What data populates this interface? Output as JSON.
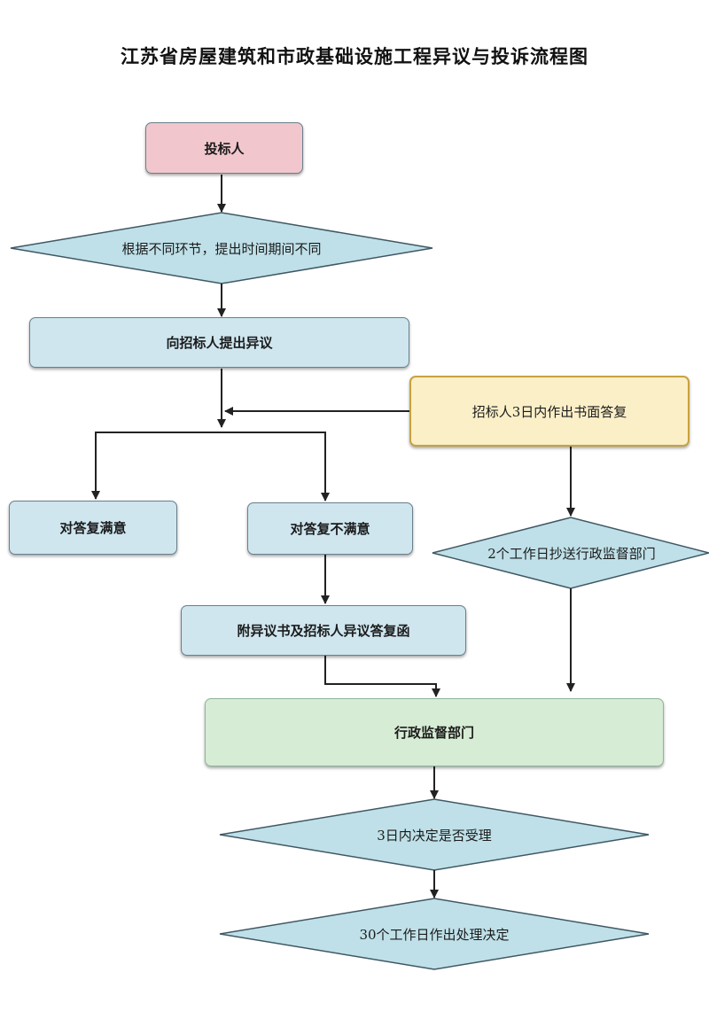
{
  "title": "江苏省房屋建筑和市政基础设施工程异议与投诉流程图",
  "colors": {
    "blue_fill": "#cfe6ef",
    "pink_fill": "#f1c7cd",
    "yellow_fill": "#fbefc8",
    "green_fill": "#d6ecd4",
    "diamond_fill": "#bfe0e8",
    "arrow": "#222222"
  },
  "nodes": {
    "bidder": "投标人",
    "decision_timing": "根据不同环节，提出时间期间不同",
    "raise_objection": "向招标人提出异议",
    "tenderee_reply": "招标人3日内作出书面答复",
    "satisfied": "对答复满意",
    "not_satisfied": "对答复不满意",
    "attach_docs": "附异议书及招标人异议答复函",
    "copy_to_supervision": "2个工作日抄送行政监督部门",
    "supervision_dept": "行政监督部门",
    "accept_decision": "3日内决定是否受理",
    "final_decision": "30个工作日作出处理决定"
  }
}
